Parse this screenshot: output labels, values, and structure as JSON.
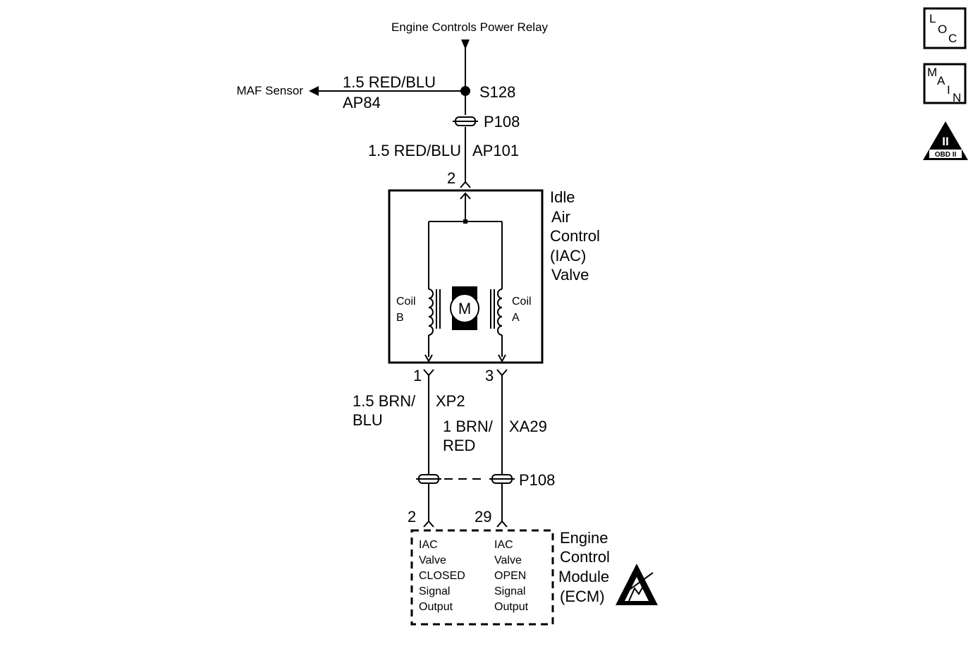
{
  "top_label": "Engine Controls Power Relay",
  "maf": {
    "label": "MAF Sensor",
    "wire_line1": "1.5 RED/BLU",
    "wire_line2": "AP84"
  },
  "splice": "S128",
  "connector_top": "P108",
  "wire_ap101": {
    "gauge_color": "1.5 RED/BLU",
    "circuit": "AP101"
  },
  "iac": {
    "pin_top": "2",
    "title_lines": [
      "Idle",
      "Air",
      "Control",
      "(IAC)",
      "Valve"
    ],
    "coil_b": [
      "Coil",
      "B"
    ],
    "coil_a": [
      "Coil",
      "A"
    ],
    "motor": "M",
    "pin_left": "1",
    "pin_right": "3"
  },
  "wire_left": {
    "line1": "1.5 BRN/",
    "line2": "BLU",
    "circuit": "XP2"
  },
  "wire_right": {
    "line1": "1 BRN/",
    "line2": "RED",
    "circuit": "XA29"
  },
  "connector_bottom": "P108",
  "ecm": {
    "pin_left": "2",
    "pin_right": "29",
    "left_lines": [
      "IAC",
      "Valve",
      "CLOSED",
      "Signal",
      "Output"
    ],
    "right_lines": [
      "IAC",
      "Valve",
      "OPEN",
      "Signal",
      "Output"
    ],
    "title_lines": [
      "Engine",
      "Control",
      "Module",
      "(ECM)"
    ]
  },
  "icons": {
    "loc": [
      "L",
      "O",
      "C"
    ],
    "main": [
      "M",
      "A",
      "I",
      "N"
    ],
    "obd_numeral": "II",
    "obd_text": "OBD II"
  }
}
